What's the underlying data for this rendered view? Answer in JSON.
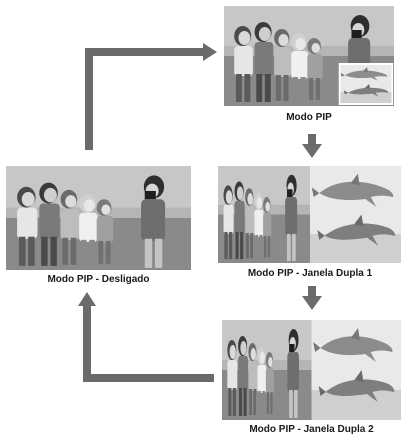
{
  "diagram": {
    "colors": {
      "arrow": "#6b6b6b",
      "caption": "#1a1a1a"
    },
    "nodes": [
      {
        "id": "pip-off",
        "caption": "Modo PIP - Desligado",
        "scene": "children-photographer"
      },
      {
        "id": "pip",
        "caption": "Modo PIP",
        "scene": "children-with-dolphin-inset"
      },
      {
        "id": "dual1",
        "caption": "Modo PIP - Janela Dupla 1",
        "scene": "children-left-dolphins-right"
      },
      {
        "id": "dual2",
        "caption": "Modo PIP - Janela Dupla 2",
        "scene": "children-left-dolphins-right-tall"
      }
    ],
    "transitions": [
      {
        "from": "pip-off",
        "to": "pip"
      },
      {
        "from": "pip",
        "to": "dual1"
      },
      {
        "from": "dual1",
        "to": "dual2"
      },
      {
        "from": "dual2",
        "to": "pip-off"
      }
    ]
  }
}
